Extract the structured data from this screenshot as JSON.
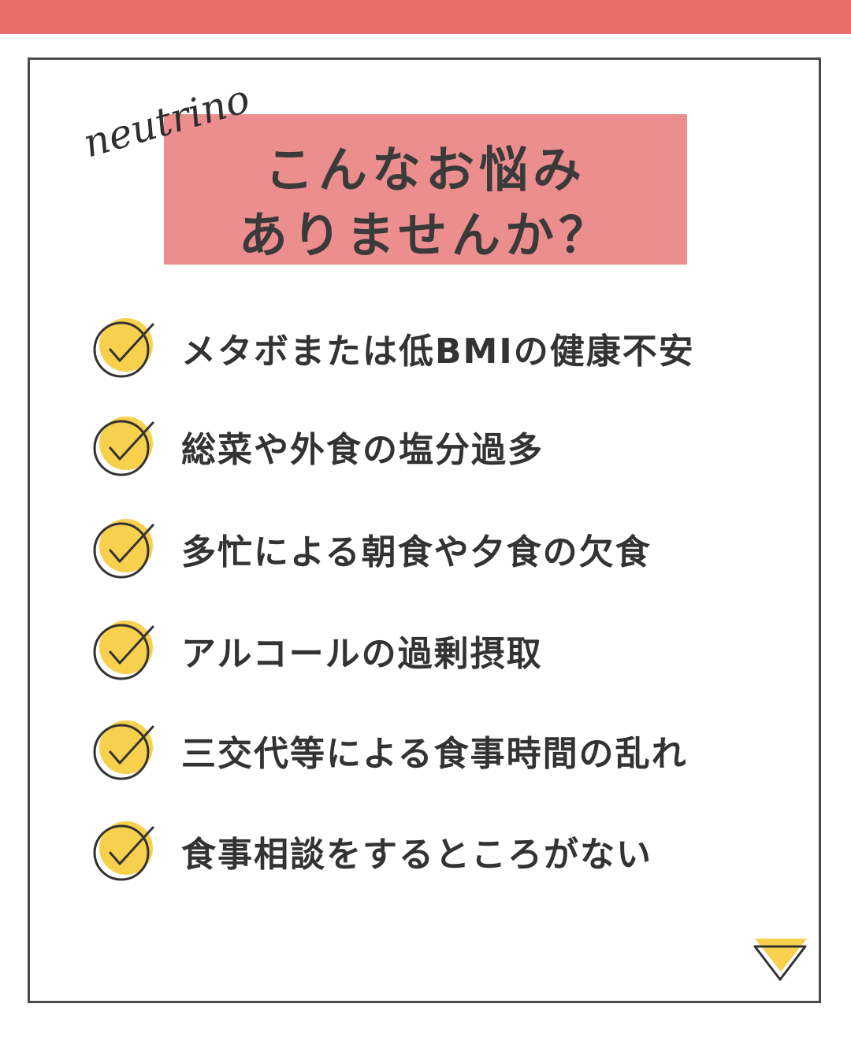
{
  "brand": {
    "script_text": "neutrino"
  },
  "title": {
    "line1": "こんなお悩み",
    "line2": "ありませんか？"
  },
  "checklist": [
    {
      "label": "メタボまたは低BMIの健康不安"
    },
    {
      "label": "総菜や外食の塩分過多"
    },
    {
      "label": "多忙による朝食や夕食の欠食"
    },
    {
      "label": "アルコールの過剰摂取"
    },
    {
      "label": "三交代等による食事時間の乱れ"
    },
    {
      "label": "食事相談をするところがない"
    }
  ],
  "colors": {
    "top_bar": "#e66b69",
    "title_box": "#ec8e8d",
    "check_fill": "#f7d04e",
    "frame_border": "#4a4a4a",
    "text": "#333333"
  },
  "icons": {
    "check": "check-circle-icon",
    "next": "down-triangle-icon"
  }
}
